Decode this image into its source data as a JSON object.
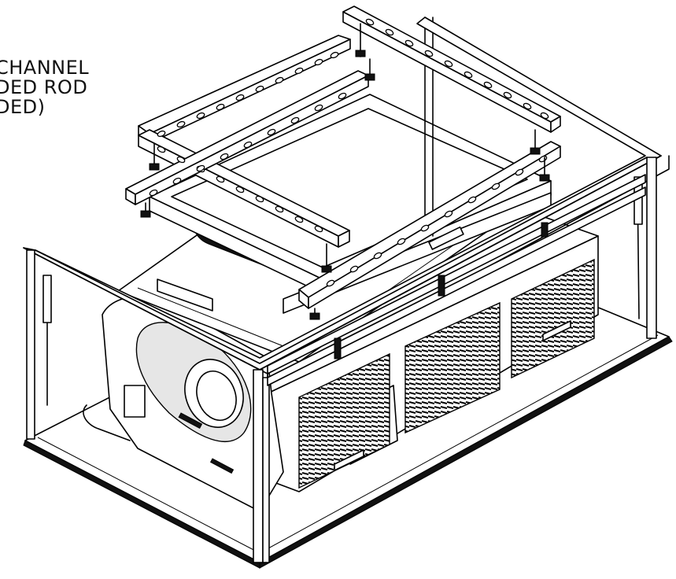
{
  "callout": {
    "line1": "CHANNEL",
    "line2": "DED ROD",
    "line3": "DED)"
  }
}
